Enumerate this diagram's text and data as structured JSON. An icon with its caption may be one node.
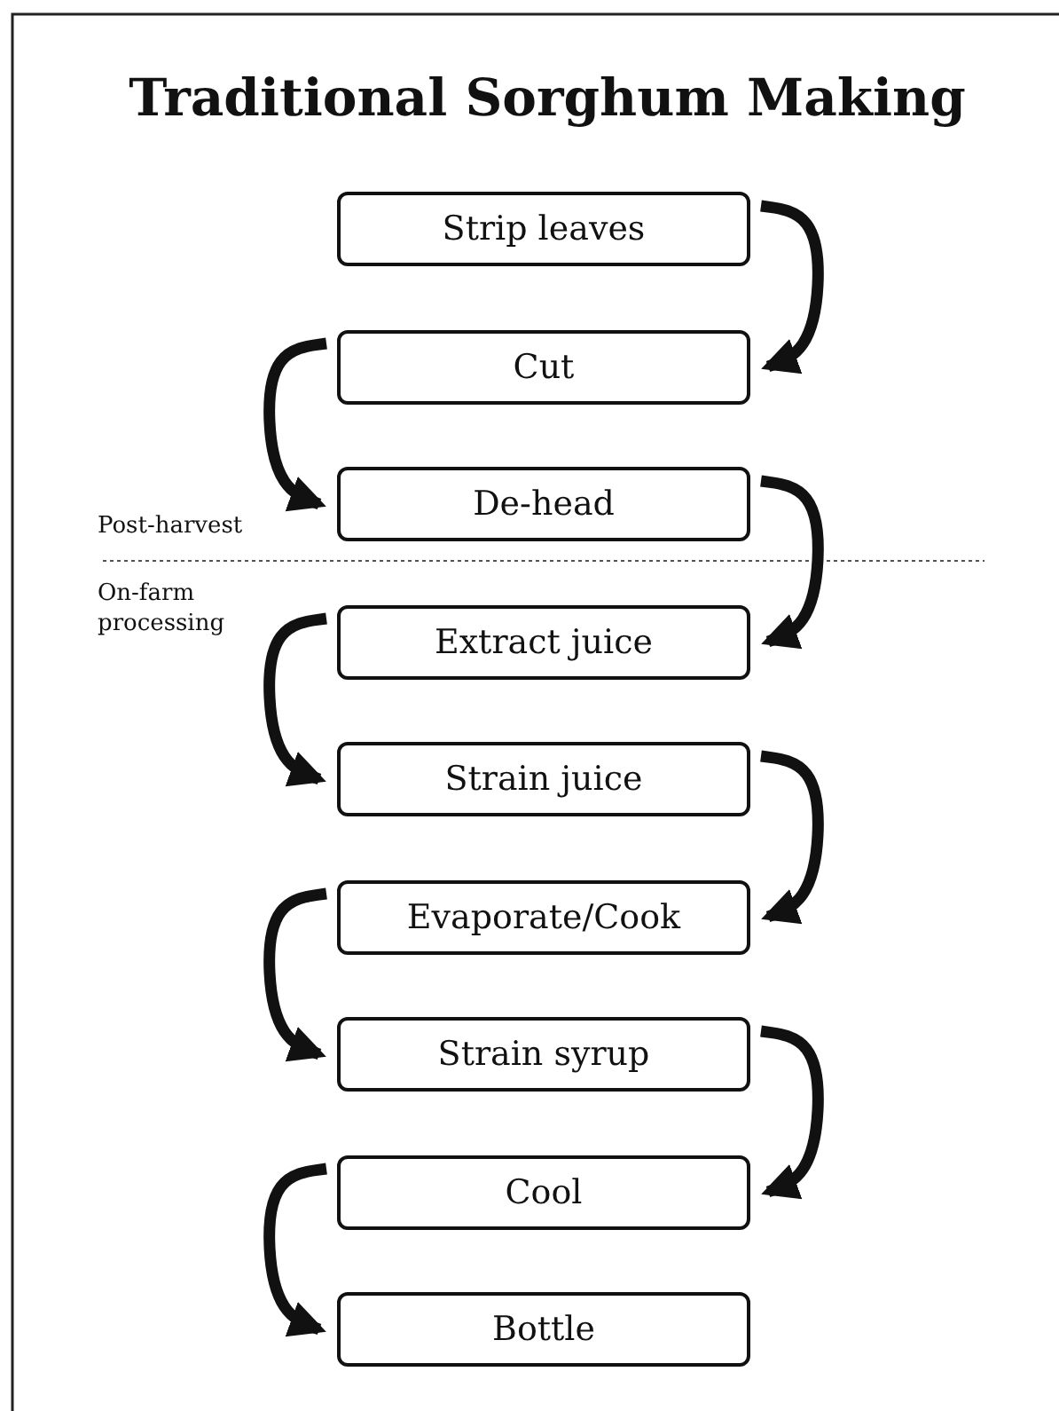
{
  "diagram": {
    "title": "Traditional Sorghum Making",
    "nodes": [
      {
        "text": [
          "Strip leaves"
        ]
      },
      {
        "text": [
          "Cut"
        ]
      },
      {
        "text": [
          "De-head"
        ]
      },
      {
        "text": [
          "Extract juice"
        ]
      },
      {
        "text": [
          "Strain juice"
        ]
      },
      {
        "text": [
          "Evaporate/Cook"
        ]
      },
      {
        "text": [
          "Strain syrup"
        ]
      },
      {
        "text": [
          "Cool"
        ]
      },
      {
        "text": [
          "Bottle"
        ]
      }
    ],
    "edges": [
      {
        "from": 0,
        "to": 1,
        "arrow": "to"
      },
      {
        "from": 1,
        "to": 2,
        "arrow": "to"
      },
      {
        "from": 2,
        "to": 3,
        "arrow": "to"
      },
      {
        "from": 3,
        "to": 4,
        "arrow": "to"
      },
      {
        "from": 4,
        "to": 5,
        "arrow": "to"
      },
      {
        "from": 5,
        "to": 6,
        "arrow": "to"
      },
      {
        "from": 6,
        "to": 7,
        "arrow": "to"
      },
      {
        "from": 7,
        "to": 8,
        "arrow": "to"
      }
    ],
    "labels": [
      "Post-harvest",
      "On-farm processing"
    ]
  }
}
